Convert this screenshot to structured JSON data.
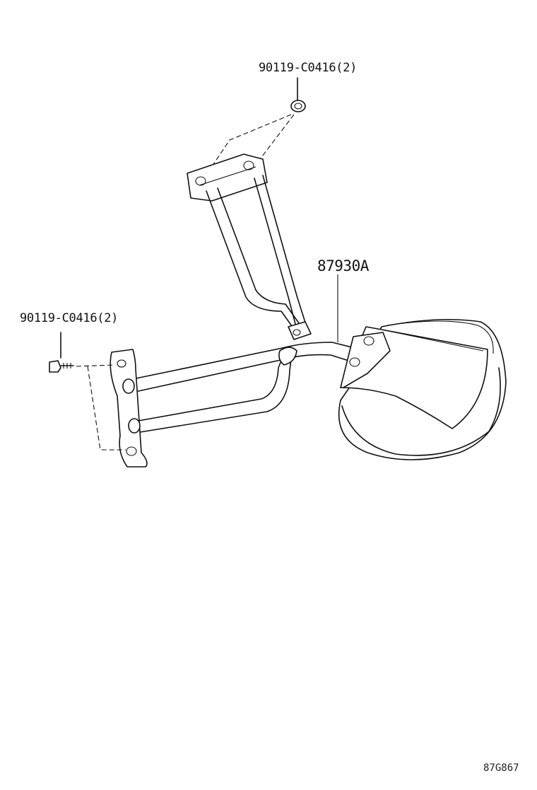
{
  "labels": {
    "top_fastener": "90119-C0416(2)",
    "left_fastener": "90119-C0416(2)",
    "mirror_assembly": "87930A",
    "figure_code": "87G867"
  }
}
